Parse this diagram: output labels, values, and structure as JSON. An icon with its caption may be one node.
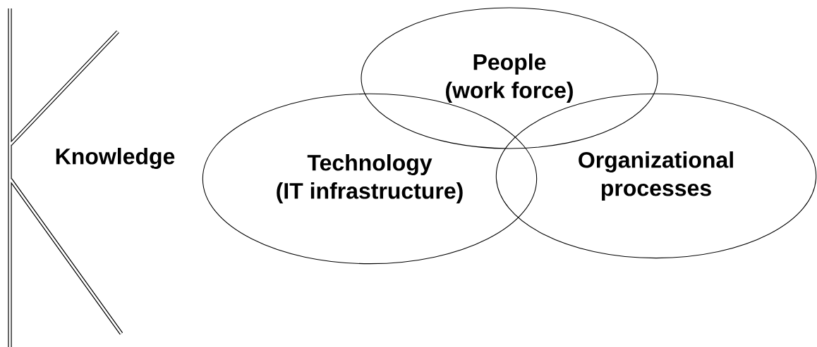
{
  "diagram": {
    "nodes": [
      {
        "text": [
          "People",
          "(work force)"
        ]
      },
      {
        "text": [
          "Technology",
          "(IT infrastructure)"
        ]
      },
      {
        "text": [
          "Organizational",
          "processes"
        ]
      }
    ],
    "labels": [
      "Knowledge"
    ]
  }
}
